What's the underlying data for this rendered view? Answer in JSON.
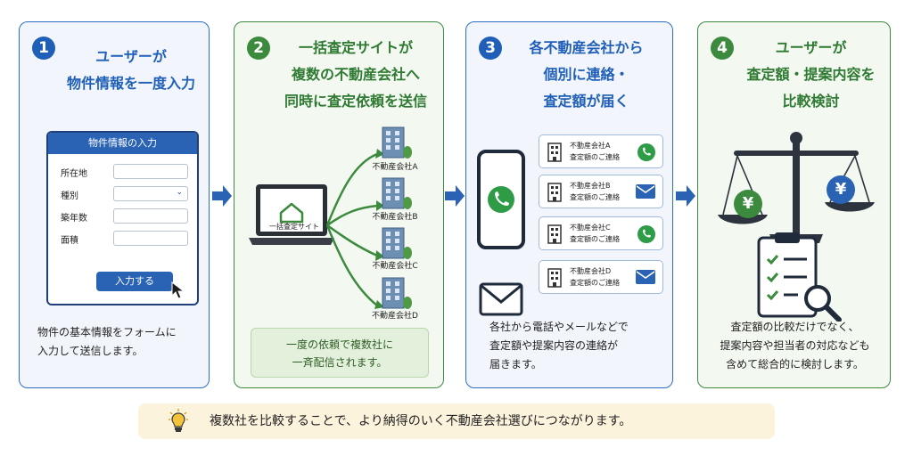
{
  "steps": [
    {
      "number": "1",
      "title": "ユーザーが\n物件情報を一度入力",
      "description": "物件の基本情報をフォームに\n入力して送信します。"
    },
    {
      "number": "2",
      "title": "一括査定サイトが\n複数の不動産会社へ\n同時に査定依頼を送信",
      "callout": "一度の依頼で複数社に\n一斉配信されます。"
    },
    {
      "number": "3",
      "title": "各不動産会社から\n個別に連絡・\n査定額が届く",
      "description": "各社から電話やメールなどで\n査定額や提案内容の連絡が\n届きます。"
    },
    {
      "number": "4",
      "title": "ユーザーが\n査定額・提案内容を\n比較検討",
      "description": "査定額の比較だけでなく、\n提案内容や担当者の対応なども\n含めて総合的に検討します。"
    }
  ],
  "form": {
    "title": "物件情報の入力",
    "fields": [
      "所在地",
      "種別",
      "築年数",
      "面積"
    ],
    "submit_label": "入力する"
  },
  "site_label": "一括査定サイト",
  "companies": [
    "不動産会社A",
    "不動産会社B",
    "不動産会社C",
    "不動産会社D"
  ],
  "contacts": [
    {
      "company": "不動産会社A",
      "note": "査定額のご連絡",
      "channel": "phone-icon"
    },
    {
      "company": "不動産会社B",
      "note": "査定額のご連絡",
      "channel": "mail-icon"
    },
    {
      "company": "不動産会社C",
      "note": "査定額のご連絡",
      "channel": "phone-icon"
    },
    {
      "company": "不動産会社D",
      "note": "査定額のご連絡",
      "channel": "mail-icon"
    }
  ],
  "scale_symbol": "¥",
  "banner": "複数社を比較することで、より納得のいく不動産会社選びにつながります。",
  "colors": {
    "blue": "#1f5fb8",
    "green": "#3b8a3e",
    "phone_green": "#2e9b47",
    "banner_bg": "#fcf3dc"
  }
}
